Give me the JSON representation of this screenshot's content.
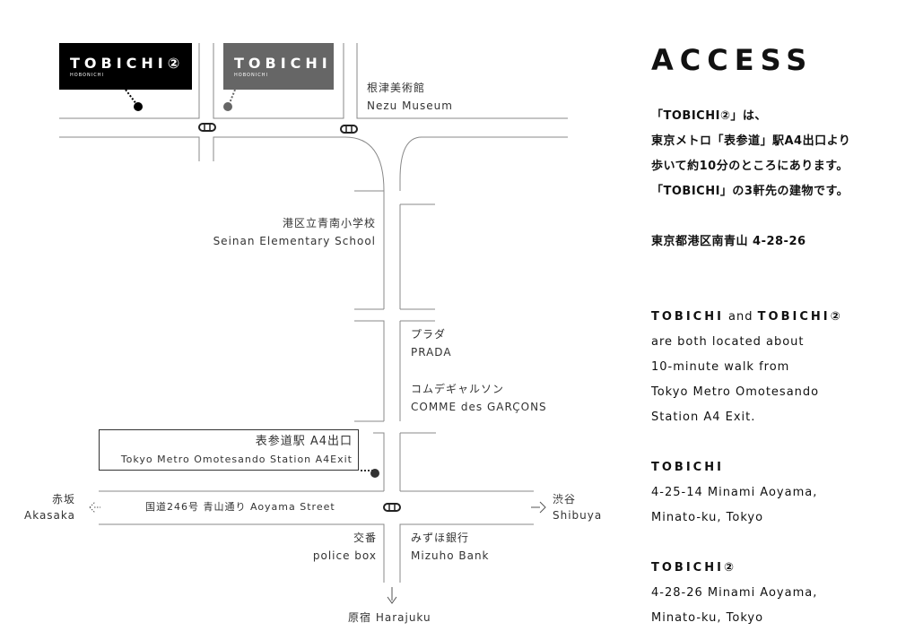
{
  "map": {
    "tobichi2_logo": {
      "name": "TOBICHI②",
      "sub": "HOBONICHI"
    },
    "tobichi_logo": {
      "name": "TOBICHI",
      "sub": "HOBONICHI"
    },
    "nezu": {
      "ja": "根津美術館",
      "en": "Nezu Museum"
    },
    "seinan": {
      "ja": "港区立青南小学校",
      "en": "Seinan Elementary School"
    },
    "prada": {
      "ja": "プラダ",
      "en": "PRADA"
    },
    "cdg": {
      "ja": "コムデギャルソン",
      "en": "COMME des GARÇONS"
    },
    "station": {
      "ja": "表参道駅 A4出口",
      "en": "Tokyo Metro Omotesando Station A4Exit"
    },
    "akasaka": {
      "ja": "赤坂",
      "en": "Akasaka"
    },
    "shibuya": {
      "ja": "渋谷",
      "en": "Shibuya"
    },
    "street": "国道246号 青山通り Aoyama Street",
    "police": {
      "ja": "交番",
      "en": "police box"
    },
    "mizuho": {
      "ja": "みずほ銀行",
      "en": "Mizuho Bank"
    },
    "harajuku": "原宿 Harajuku",
    "colors": {
      "tobichi2": "#000000",
      "tobichi": "#666666",
      "line": "#888888"
    }
  },
  "access": {
    "title": "ACCESS",
    "ja_lines": [
      "「TOBICHI②」は、",
      "東京メトロ「表参道」駅A4出口より",
      "歩いて約10分のところにあります。",
      "「TOBICHI」の3軒先の建物です。"
    ],
    "ja_address": "東京都港区南青山 4-28-26",
    "en_head_1": "TOBICHI",
    "en_and": " and ",
    "en_head_2": "TOBICHI②",
    "en_lines": [
      "are both located about",
      "10-minute walk from",
      "Tokyo Metro Omotesando",
      "Station A4 Exit."
    ],
    "tobichi": {
      "name": "TOBICHI",
      "line1": "4-25-14 Minami Aoyama,",
      "line2": "Minato-ku, Tokyo"
    },
    "tobichi2": {
      "name": "TOBICHI②",
      "line1": "4-28-26 Minami Aoyama,",
      "line2": "Minato-ku, Tokyo"
    }
  }
}
